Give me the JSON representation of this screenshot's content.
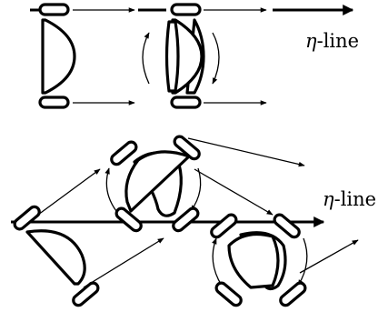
{
  "top_label": {
    "eta": "η",
    "text": "-line"
  },
  "bottom_label": {
    "eta": "η",
    "text": "-line"
  },
  "colors": {
    "stroke": "#000000",
    "background": "#ffffff"
  }
}
